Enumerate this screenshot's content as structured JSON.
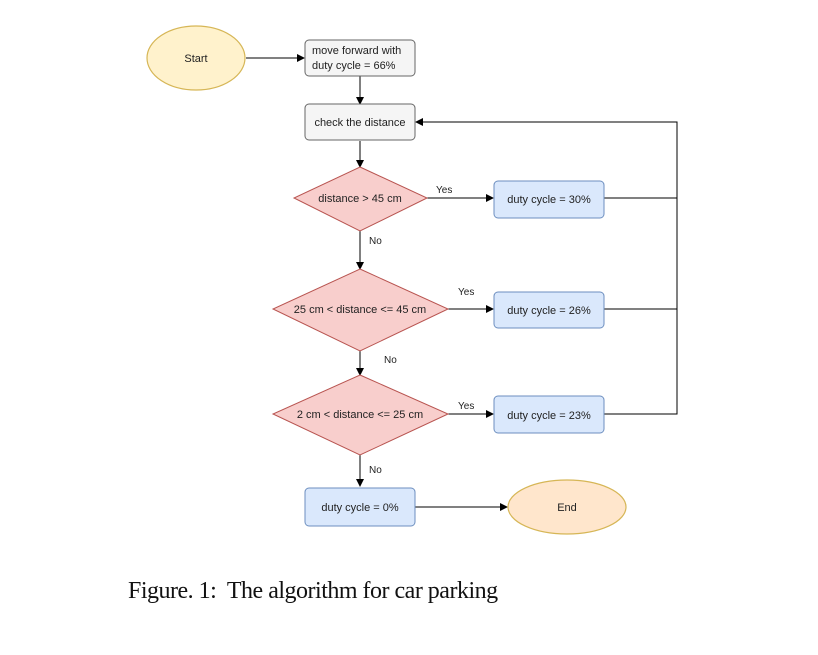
{
  "nodes": {
    "start": "Start",
    "move_forward": [
      "move forward with",
      "duty cycle = 66%"
    ],
    "check_distance": "check the distance",
    "decision_1": "distance > 45 cm",
    "decision_2": "25 cm < distance <= 45 cm",
    "decision_3": "2 cm < distance <= 25 cm",
    "duty_30": "duty cycle = 30%",
    "duty_26": "duty cycle = 26%",
    "duty_23": "duty cycle = 23%",
    "duty_0": "duty cycle = 0%",
    "end": "End"
  },
  "edges": {
    "yes_1": "Yes",
    "no_1": "No",
    "yes_2": "Yes",
    "no_2": "No",
    "yes_3": "Yes",
    "no_3": "No"
  },
  "caption": "Figure. 1:  The algorithm for car parking",
  "colors": {
    "terminal_fill": "#fff2cc",
    "terminal_end_fill": "#ffe6cc",
    "terminal_stroke": "#d6b656",
    "process_fill": "#f5f5f5",
    "process_stroke": "#666666",
    "decision_fill": "#f8cecc",
    "decision_stroke": "#b85450",
    "action_fill": "#dae8fc",
    "action_stroke": "#6c8ebf",
    "edge": "#000000"
  }
}
